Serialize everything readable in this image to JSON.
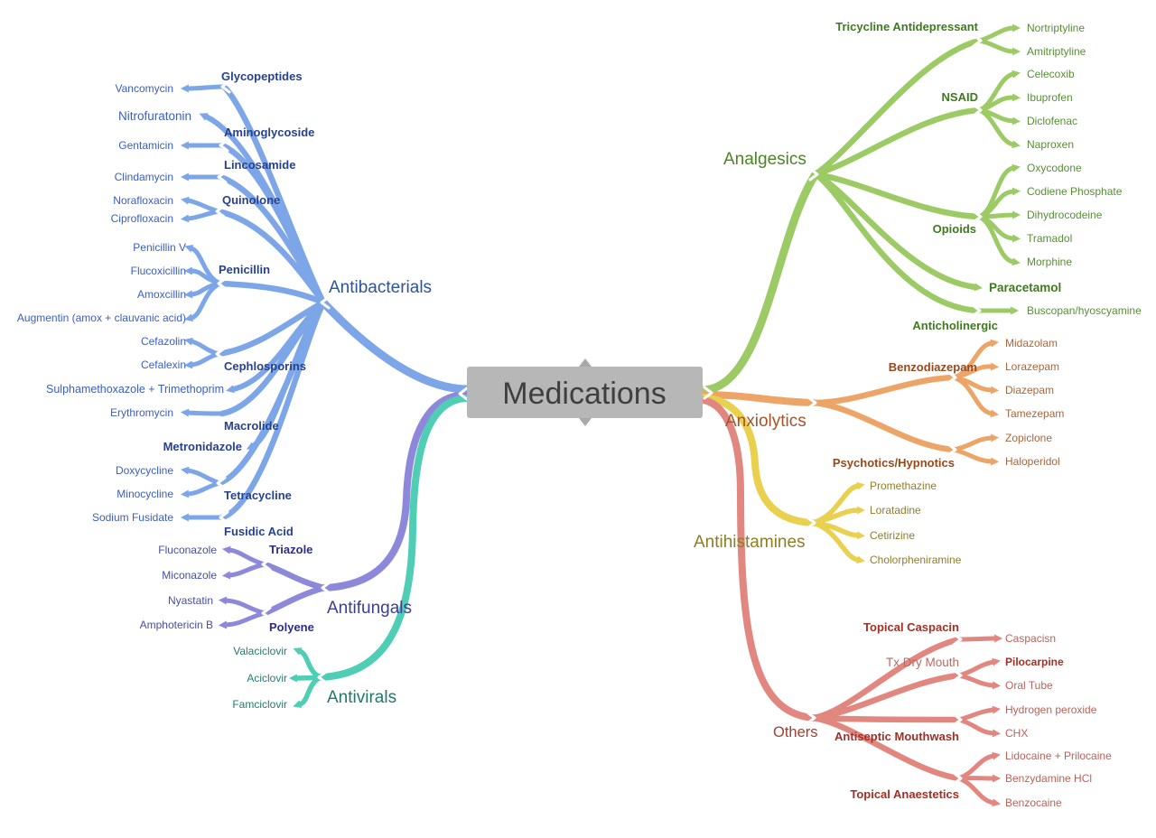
{
  "center": {
    "label": "Medications"
  },
  "palette": {
    "antibacterials": "#7ca6e8",
    "antifungals": "#8e88da",
    "antivirals": "#4fcdb5",
    "analgesics": "#9ccb66",
    "anxiolytics": "#eda467",
    "antihistamines": "#e9d04e",
    "others": "#e28680",
    "center_box": "#b7b7b7"
  },
  "left": {
    "antibacterials": {
      "label": "Antibacterials",
      "groups": [
        {
          "label": "Glycopeptides",
          "leaves": [
            "Vancomycin"
          ]
        },
        {
          "label": "Nitrofuratonin"
        },
        {
          "label": "Aminoglycoside",
          "leaves": [
            "Gentamicin"
          ]
        },
        {
          "label": "Lincosamide",
          "leaves": [
            "Clindamycin"
          ]
        },
        {
          "label": "Quinolone",
          "leaves": [
            "Norafloxacin",
            "Ciprofloxacin"
          ]
        },
        {
          "label": "Penicillin",
          "leaves": [
            "Penicillin V",
            "Flucoxicillin",
            "Amoxcillin",
            "Augmentin (amox + clauvanic acid)"
          ]
        },
        {
          "label": "Cephlosporins",
          "leaves": [
            "Cefazolin",
            "Cefalexin"
          ]
        },
        {
          "label": "Sulphamethoxazole + Trimethoprim"
        },
        {
          "label": "Macrolide",
          "leaves": [
            "Erythromycin"
          ]
        },
        {
          "label": "Metronidazole"
        },
        {
          "label": "Tetracycline",
          "leaves": [
            "Doxycycline",
            "Minocycline"
          ]
        },
        {
          "label": "Fusidic Acid",
          "leaves": [
            "Sodium Fusidate"
          ]
        }
      ]
    },
    "antifungals": {
      "label": "Antifungals",
      "groups": [
        {
          "label": "Triazole",
          "leaves": [
            "Fluconazole",
            "Miconazole"
          ]
        },
        {
          "label": "Polyene",
          "leaves": [
            "Nyastatin",
            "Amphotericin B"
          ]
        }
      ]
    },
    "antivirals": {
      "label": "Antivirals",
      "leaves": [
        "Valaciclovir",
        "Aciclovir",
        "Famciclovir"
      ]
    }
  },
  "right": {
    "analgesics": {
      "label": "Analgesics",
      "groups": [
        {
          "label": "Tricycline Antidepressant",
          "leaves": [
            "Nortriptyline",
            "Amitriptyline"
          ]
        },
        {
          "label": "NSAID",
          "leaves": [
            "Celecoxib",
            "Ibuprofen",
            "Diclofenac",
            "Naproxen"
          ]
        },
        {
          "label": "Opioids",
          "leaves": [
            "Oxycodone",
            "Codiene Phosphate",
            "Dihydrocodeine",
            "Tramadol",
            "Morphine"
          ]
        },
        {
          "label": "Paracetamol"
        },
        {
          "label": "Anticholinergic",
          "leaves": [
            "Buscopan/hyoscyamine"
          ]
        }
      ]
    },
    "anxiolytics": {
      "label": "Anxiolytics",
      "groups": [
        {
          "label": "Benzodiazepam",
          "leaves": [
            "Midazolam",
            "Lorazepam",
            "Diazepam",
            "Tamezepam"
          ]
        },
        {
          "label": "Psychotics/Hypnotics",
          "leaves": [
            "Zopiclone",
            "Haloperidol"
          ]
        }
      ]
    },
    "antihistamines": {
      "label": "Antihistamines",
      "leaves": [
        "Promethazine",
        "Loratadine",
        "Cetirizine",
        "Cholorpheniramine"
      ]
    },
    "others": {
      "label": "Others",
      "groups": [
        {
          "label": "Topical Caspacin",
          "leaves": [
            "Caspacisn"
          ]
        },
        {
          "label": "Tx Dry Mouth",
          "leaves": [
            "Pilocarpine",
            "Oral Tube"
          ]
        },
        {
          "label": "Antiseptic Mouthwash",
          "leaves": [
            "Hydrogen peroxide",
            "CHX"
          ]
        },
        {
          "label": "Topical Anaestetics",
          "leaves": [
            "Lidocaine + Prilocaine",
            "Benzydamine HCl",
            "Benzocaine"
          ]
        }
      ]
    }
  }
}
